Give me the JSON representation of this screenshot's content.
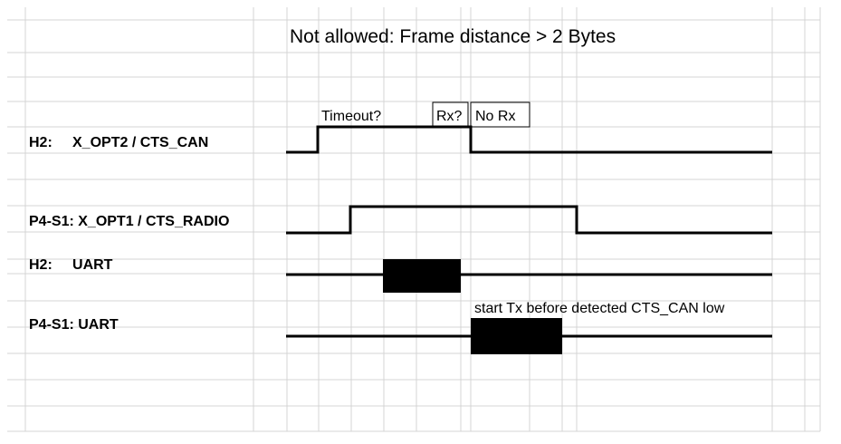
{
  "title": "Not allowed: Frame distance > 2 Bytes",
  "signals": {
    "h2_cts": "H2:     X_OPT2 / CTS_CAN",
    "p4_cts": "P4-S1: X_OPT1 / CTS_RADIO",
    "h2_uart": "H2:     UART",
    "p4_uart": "P4-S1: UART"
  },
  "annotations": {
    "timeout": "Timeout?",
    "rx": "Rx?",
    "no_rx": "No Rx",
    "start_tx": "start Tx before detected CTS_CAN low"
  }
}
